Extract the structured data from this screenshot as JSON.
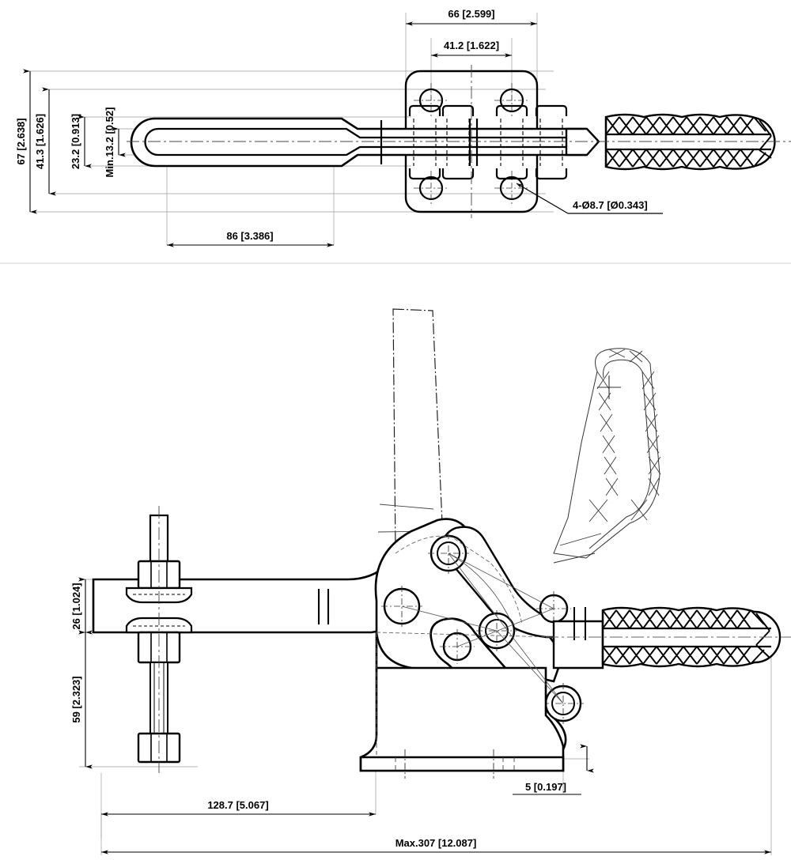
{
  "drawing": {
    "type": "engineering-drawing",
    "subject": "horizontal-handle-toggle-clamp",
    "units_note": "millimeters [inches]",
    "views": [
      {
        "id": "top-view",
        "label": "",
        "position": "upper"
      },
      {
        "id": "side-view",
        "label": "",
        "position": "lower"
      }
    ]
  },
  "top_view": {
    "dimensions": {
      "overall_width": "66 [2.599]",
      "hole_spacing_width": "41.2 [1.622]",
      "overall_height": "67 [2.638]",
      "plate_height": "41.3 [1.626]",
      "hole_spacing_height": "23.2 [0.913]",
      "slot_min": "Min.13.2 [0.52]",
      "bar_length": "86 [3.386]"
    },
    "callouts": {
      "mounting_holes": "4-Ø8.7 [Ø0.343]"
    }
  },
  "side_view": {
    "dimensions": {
      "arm_height": "26 [1.024]",
      "spindle_drop": "59 [2.323]",
      "arm_reach": "128.7 [5.067]",
      "base_thickness": "5 [0.197]",
      "overall_length": "Max.307 [12.087]"
    }
  },
  "style": {
    "line_color": "#000000",
    "background": "#ffffff",
    "thin_line": "#1a1a1a",
    "phantom_line": "#222222",
    "construction_line": "#999999"
  }
}
